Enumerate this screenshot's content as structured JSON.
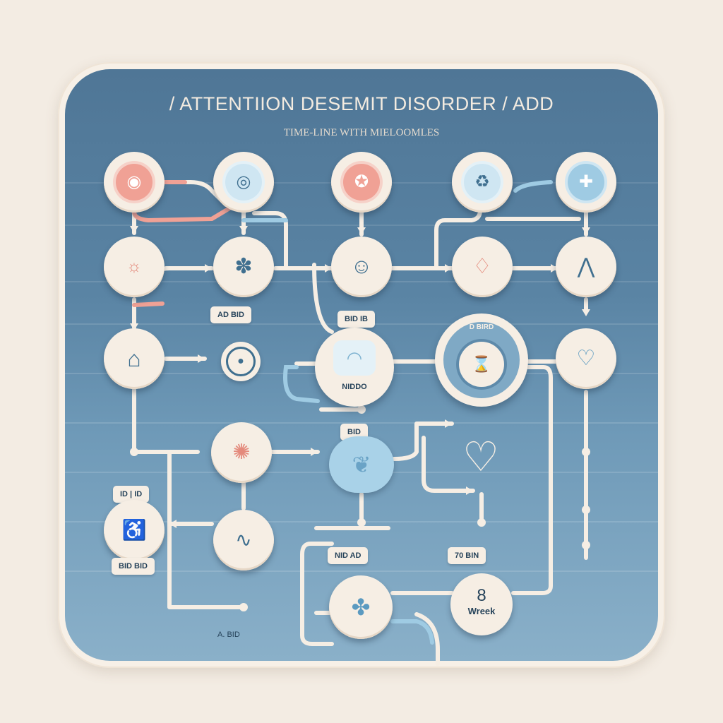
{
  "header": {
    "title": "/ ATTENTIION DESEMIT DISORDER / ADD",
    "subtitle": "TIME-LINE WITH MIELOOMLES"
  },
  "colors": {
    "panel": "#5a84a4",
    "node": "#f6eee4",
    "accent_red": "#f0a195",
    "accent_blue": "#9fcbe3",
    "wire": "#f6eee4"
  },
  "tags": {
    "t1": "AD BID",
    "t2": "BID IB",
    "t3": "NIDDO",
    "t4": "D BIRD",
    "t5": "BID",
    "t6": "ID | ID",
    "t7": "BID BID",
    "t8": "NID AD",
    "t9": "70 BIN"
  },
  "milestone": {
    "number": "8",
    "unit": "Wreek"
  },
  "footer": {
    "label": "A. BID"
  },
  "icons": {
    "n1": "target-icon",
    "n2": "fingerprint-icon",
    "n3": "badge-icon",
    "n4": "recycle-icon",
    "n5": "shield-plus-icon",
    "n6": "sun-icon",
    "n7": "people-icon",
    "n8": "child-icon",
    "n9": "ribbon-icon",
    "n10": "figure-icon",
    "n11": "house-icon",
    "n12": "drop-icon",
    "n13": "wifi-icon",
    "n14": "clock-icon",
    "n15": "ribbon-icon",
    "n16": "dots-icon",
    "n17": "brain-icon",
    "n18": "heart-check-icon",
    "n19": "sitting-person-icon",
    "n20": "wave-icon",
    "n21": "people-icon"
  }
}
